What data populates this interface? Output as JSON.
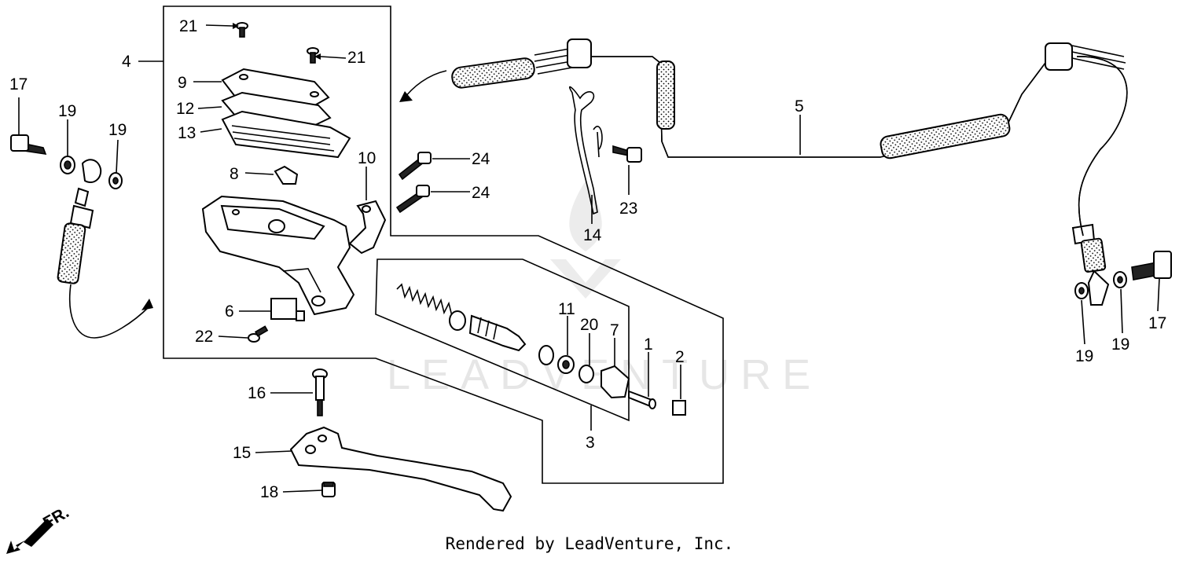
{
  "watermark": "LEADVENTURE",
  "direction_label": "FR.",
  "credit": "Rendered by LeadVenture, Inc.",
  "callouts": {
    "c1": "1",
    "c2": "2",
    "c3": "3",
    "c4": "4",
    "c5": "5",
    "c6": "6",
    "c7": "7",
    "c8": "8",
    "c9": "9",
    "c10": "10",
    "c11": "11",
    "c12": "12",
    "c13": "13",
    "c14": "14",
    "c15": "15",
    "c16": "16",
    "c17a": "17",
    "c17b": "17",
    "c18": "18",
    "c19a": "19",
    "c19b": "19",
    "c19c": "19",
    "c19d": "19",
    "c20": "20",
    "c21a": "21",
    "c21b": "21",
    "c22": "22",
    "c23": "23",
    "c24a": "24",
    "c24b": "24"
  }
}
